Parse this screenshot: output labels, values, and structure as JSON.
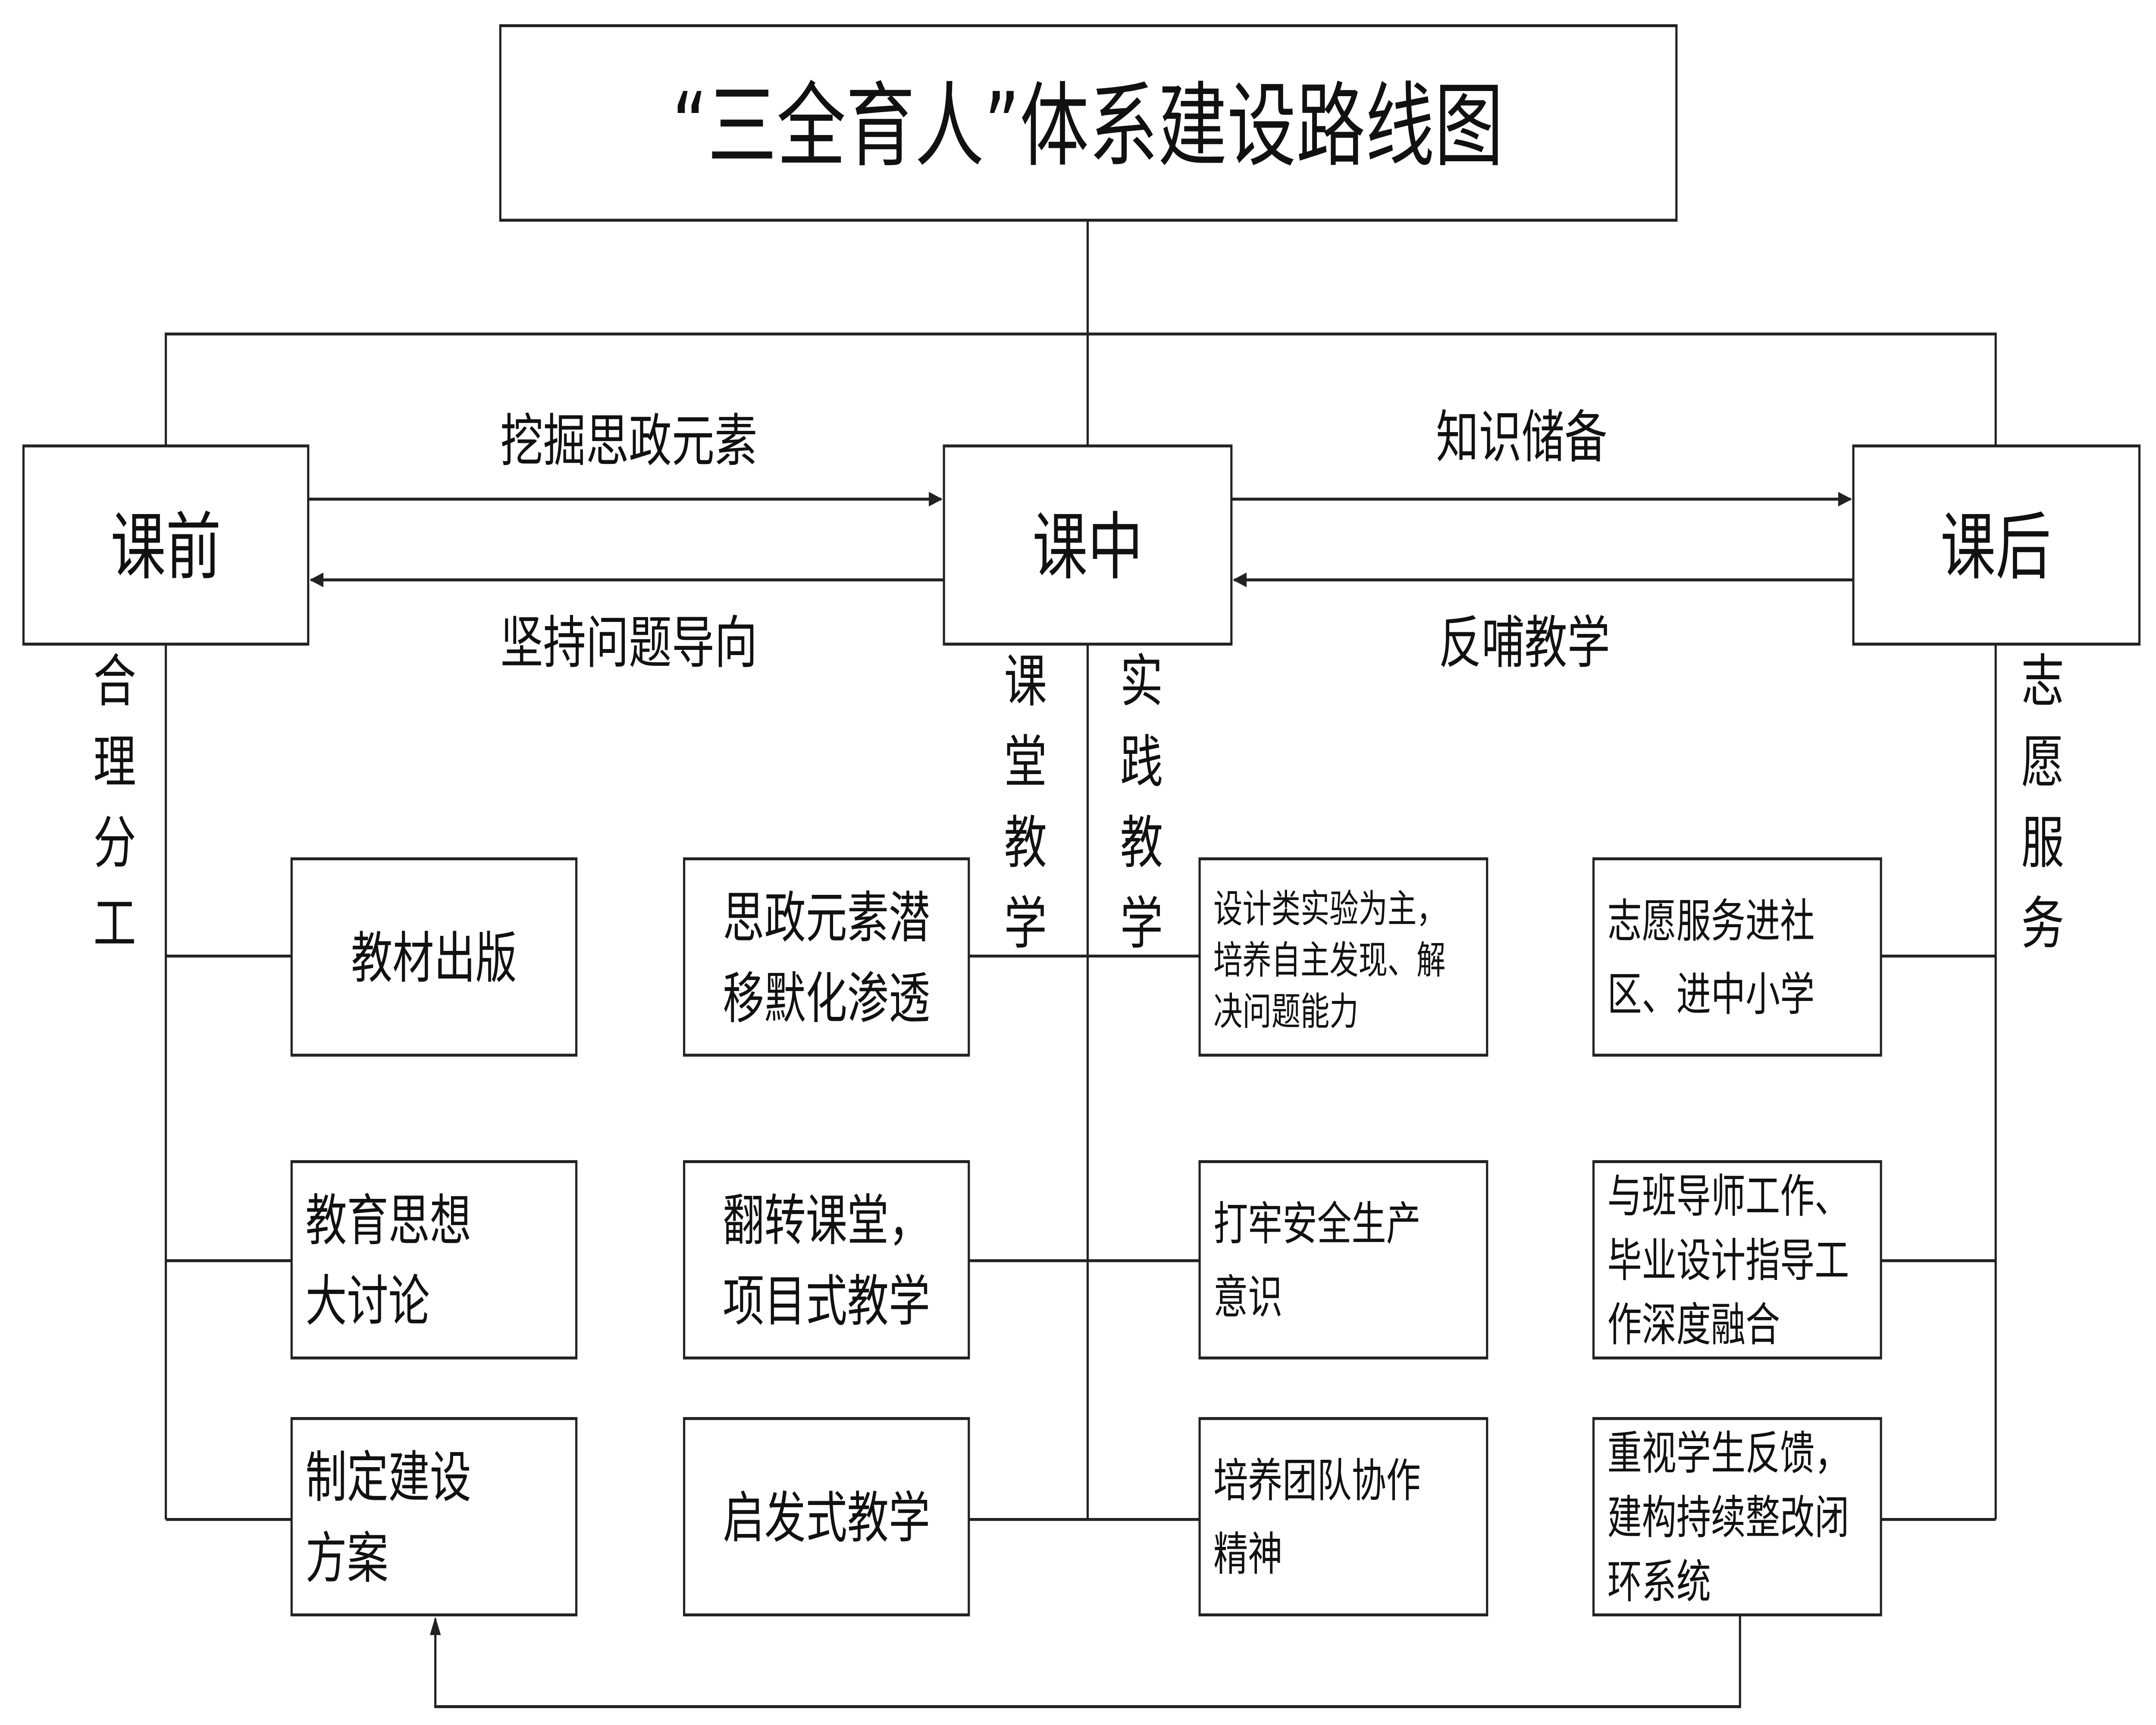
{
  "title": "“三全育人”体系建设路线图",
  "phases": {
    "before": "课前",
    "during": "课中",
    "after": "课后"
  },
  "arrows": {
    "before_to_during": "挖掘思政元素",
    "during_to_before": "坚持问题导向",
    "during_to_after": "知识储备",
    "after_to_during": "反哺教学"
  },
  "branch_labels": {
    "left": [
      "合",
      "理",
      "分",
      "工"
    ],
    "classroom": [
      "课",
      "堂",
      "教",
      "学"
    ],
    "practice": [
      "实",
      "践",
      "教",
      "学"
    ],
    "volunteer": [
      "志",
      "愿",
      "服",
      "务"
    ]
  },
  "boxes": {
    "before": [
      [
        "教材出版"
      ],
      [
        "教育思想",
        "大讨论"
      ],
      [
        "制定建设",
        "方案"
      ]
    ],
    "classroom": [
      [
        "思政元素潜",
        "移默化渗透"
      ],
      [
        "翻转课堂，",
        "项目式教学"
      ],
      [
        "启发式教学"
      ]
    ],
    "practice": [
      [
        "设计类实验为主，",
        "培养自主发现、解",
        "决问题能力"
      ],
      [
        "打牢安全生产",
        "意识"
      ],
      [
        "培养团队协作",
        "精神"
      ]
    ],
    "after": [
      [
        "志愿服务进社",
        "区、进中小学"
      ],
      [
        "与班导师工作、",
        "毕业设计指导工",
        "作深度融合"
      ],
      [
        "重视学生反馈，",
        "建构持续整改闭",
        "环系统"
      ]
    ]
  }
}
